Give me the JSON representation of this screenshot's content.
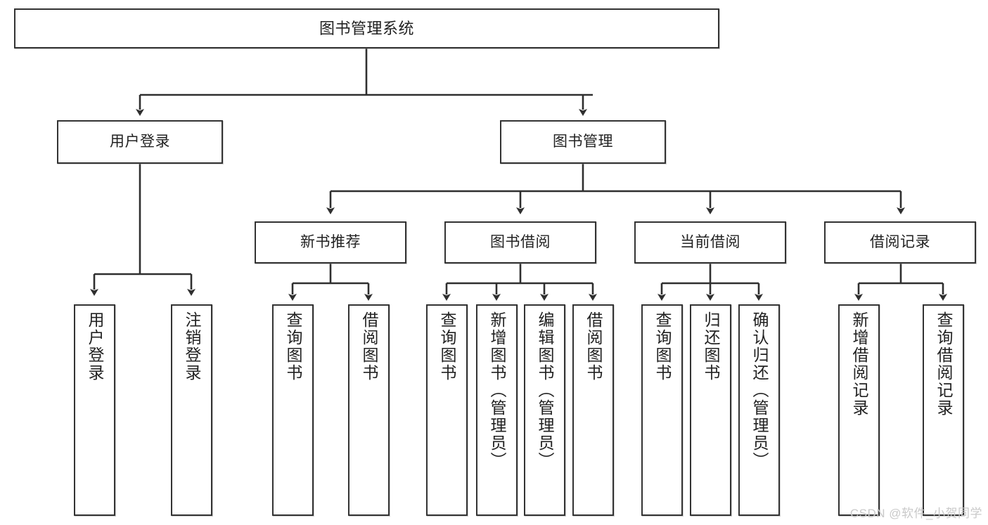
{
  "diagram": {
    "type": "tree",
    "title": "图书管理系统",
    "orientation": "top-down",
    "edge_style": "orthogonal-with-arrowheads",
    "colors": {
      "node_border": "#333333",
      "node_fill": "#ffffff",
      "edge": "#333333",
      "text": "#222222",
      "watermark": "#c9c9c9",
      "background": "#ffffff"
    }
  },
  "nodes": {
    "root": {
      "label": "图书管理系统"
    },
    "level2": [
      {
        "id": "user-login",
        "label": "用户登录"
      },
      {
        "id": "book-manage",
        "label": "图书管理"
      }
    ],
    "level3": [
      {
        "id": "new-book-recommend",
        "label": "新书推荐"
      },
      {
        "id": "book-borrow",
        "label": "图书借阅"
      },
      {
        "id": "current-borrow",
        "label": "当前借阅"
      },
      {
        "id": "borrow-record",
        "label": "借阅记录"
      }
    ],
    "leaves": {
      "user-login": [
        {
          "id": "leaf-user-login",
          "label": "用户登录"
        },
        {
          "id": "leaf-user-logout",
          "label": "注销登录"
        }
      ],
      "new-book-recommend": [
        {
          "id": "leaf-query-book-1",
          "label": "查询图书"
        },
        {
          "id": "leaf-borrow-book-1",
          "label": "借阅图书"
        }
      ],
      "book-borrow": [
        {
          "id": "leaf-query-book-2",
          "label": "查询图书"
        },
        {
          "id": "leaf-add-book",
          "label": "新增图书（管理员）"
        },
        {
          "id": "leaf-edit-book",
          "label": "编辑图书（管理员）"
        },
        {
          "id": "leaf-borrow-book-2",
          "label": "借阅图书"
        }
      ],
      "current-borrow": [
        {
          "id": "leaf-query-book-3",
          "label": "查询图书"
        },
        {
          "id": "leaf-return-book",
          "label": "归还图书"
        },
        {
          "id": "leaf-confirm-return",
          "label": "确认归还（管理员）"
        }
      ],
      "borrow-record": [
        {
          "id": "leaf-add-record",
          "label": "新增借阅记录"
        },
        {
          "id": "leaf-query-record",
          "label": "查询借阅记录"
        }
      ]
    }
  },
  "watermark": {
    "text": "CSDN @软件_小贺同学"
  }
}
